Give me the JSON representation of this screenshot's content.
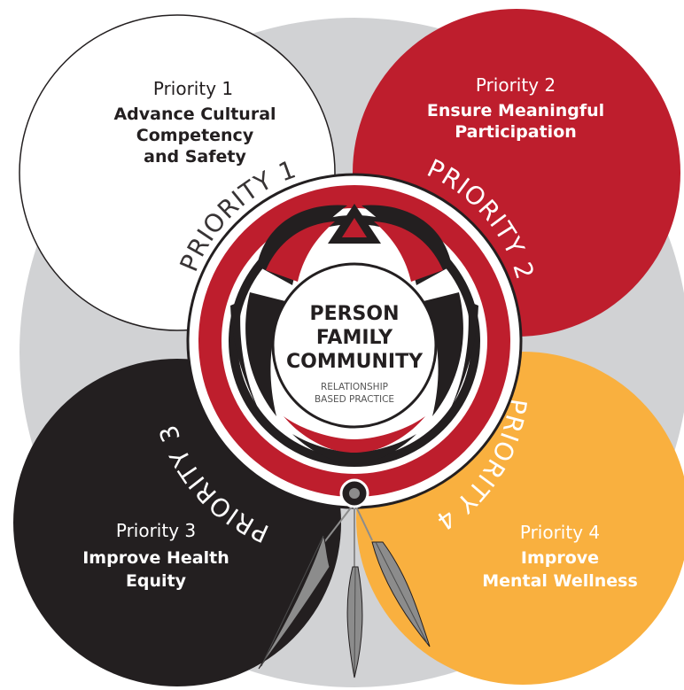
{
  "priorities": [
    {
      "title": "Priority 1",
      "line1": "Advance Cultural",
      "line2": "Competency",
      "line3": "and Safety",
      "arc": "PRIORITY 1",
      "color": "#ffffff",
      "text_color": "#231f20"
    },
    {
      "title": "Priority 2",
      "line1": "Ensure Meaningful",
      "line2": "Participation",
      "line3": "",
      "arc": "PRIORITY 2",
      "color": "#be1e2d",
      "text_color": "#ffffff"
    },
    {
      "title": "Priority 3",
      "line1": "Improve Health",
      "line2": "Equity",
      "line3": "",
      "arc": "PRIORITY 3",
      "color": "#231f20",
      "text_color": "#ffffff"
    },
    {
      "title": "Priority 4",
      "line1": "Improve",
      "line2": "Mental Wellness",
      "line3": "",
      "arc": "PRIORITY 4",
      "color": "#f9b03f",
      "text_color": "#ffffff"
    }
  ],
  "center": {
    "line1": "PERSON",
    "line2": "FAMILY",
    "line3": "COMMUNITY",
    "sub1": "RELATIONSHIP",
    "sub2": "BASED PRACTICE"
  },
  "colors": {
    "background_ring": "#d1d2d4",
    "red": "#be1e2d",
    "black": "#231f20",
    "feather_gray": "#8c8c8c"
  }
}
